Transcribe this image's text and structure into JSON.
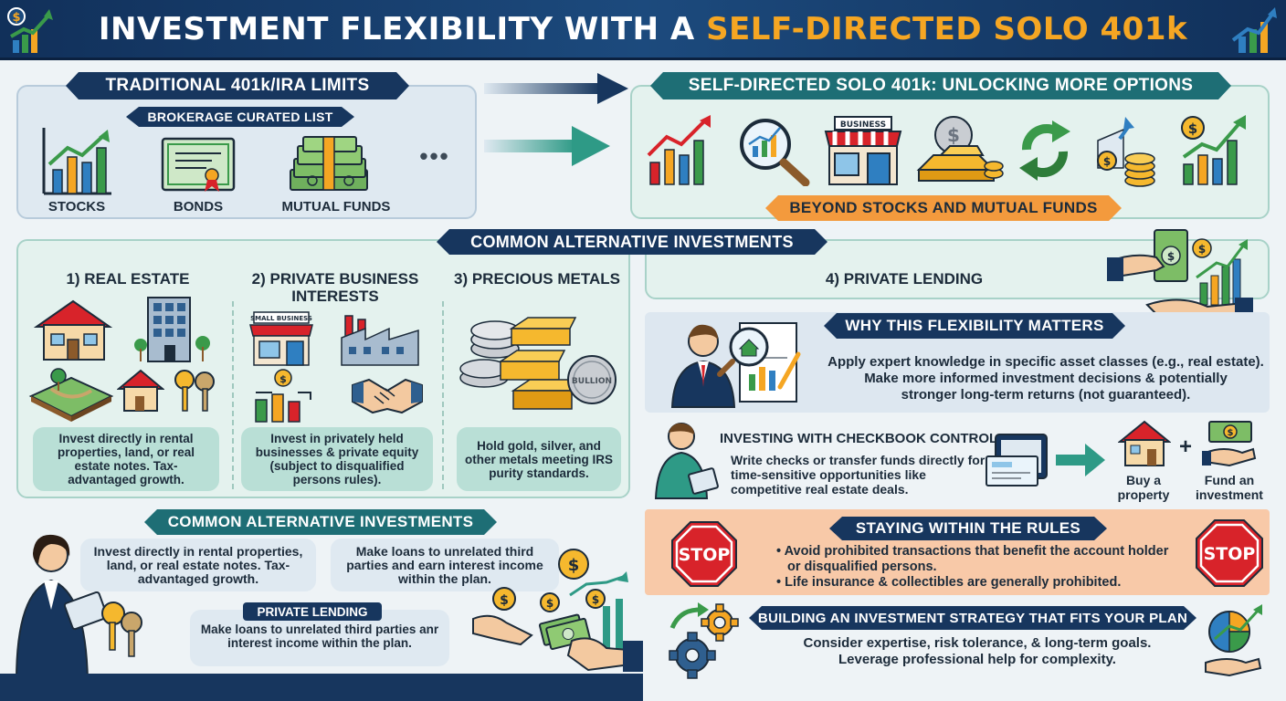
{
  "header": {
    "title_main": "INVESTMENT FLEXIBILITY WITH A ",
    "title_accent": "SELF-DIRECTED SOLO 401k"
  },
  "traditional": {
    "title": "TRADITIONAL 401k/IRA LIMITS",
    "subtitle": "BROKERAGE CURATED LIST",
    "items": [
      "STOCKS",
      "BONDS",
      "MUTUAL FUNDS"
    ],
    "more": "•••"
  },
  "selfdirected": {
    "title": "SELF-DIRECTED SOLO 401k: UNLOCKING MORE OPTIONS",
    "store_sign": "BUSINESS",
    "banner": "BEYOND STOCKS AND MUTUAL FUNDS"
  },
  "alternatives": {
    "title": "COMMON ALTERNATIVE INVESTMENTS",
    "real_estate": {
      "heading": "1) REAL ESTATE",
      "text": "Invest directly in rental properties, land, or real estate notes. Tax-advantaged growth."
    },
    "private_business": {
      "heading_line1": "2) PRIVATE BUSINESS",
      "heading_line2": "INTERESTS",
      "store_sign": "SMALL BUSINESS",
      "text": "Invest in privately held businesses & private equity (subject to disqualified persons rules)."
    },
    "precious_metals": {
      "heading": "3) PRECIOUS METALS",
      "coin_text": "BULLION",
      "text": "Hold gold, silver, and other metals meeting IRS purity standards."
    },
    "private_lending": {
      "heading": "4) PRIVATE LENDING"
    }
  },
  "alternatives2": {
    "title": "COMMON ALTERNATIVE INVESTMENTS",
    "box1": "Invest directly in rental properties, land, or real estate notes. Tax-advantaged growth.",
    "box2": "Make loans to unrelated third parties and earn interest income within the plan.",
    "lending_title": "PRIVATE LENDING",
    "lending_text": "Make loans to unrelated third parties anr interest income within the plan."
  },
  "why": {
    "title": "WHY THIS FLEXIBILITY MATTERS",
    "line1": "Apply expert knowledge in specific asset classes (e.g., real estate).",
    "line2": "Make more informed investment decisions & potentially",
    "line3": "stronger long-term returns (not guaranteed)."
  },
  "checkbook": {
    "title": "INVESTING WITH CHECKBOOK CONTROL",
    "text": "Write checks or transfer funds directly for time-sensitive opportunities like competitive real estate deals.",
    "plus": "+",
    "option1_line1": "Buy a",
    "option1_line2": "property",
    "option2_line1": "Fund an",
    "option2_line2": "investment"
  },
  "rules": {
    "title": "STAYING WITHIN THE RULES",
    "stop": "STOP",
    "bullet1_line1": "• Avoid prohibited transactions that benefit the account holder",
    "bullet1_line2": "or disqualified persons.",
    "bullet2": "• Life insurance & collectibles are generally prohibited."
  },
  "strategy": {
    "title": "BUILDING AN INVESTMENT STRATEGY THAT FITS YOUR PLAN",
    "line1": "Consider expertise, risk tolerance, & long-term goals.",
    "line2": "Leverage professional help for complexity."
  },
  "colors": {
    "navy": "#17365e",
    "teal": "#1e6e75",
    "orange": "#f39a3d",
    "green": "#3a9a4a",
    "gold": "#f5a623",
    "stop_red": "#d8232a"
  }
}
